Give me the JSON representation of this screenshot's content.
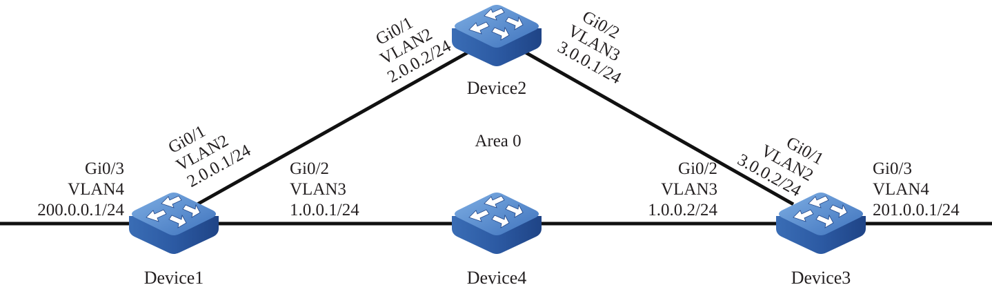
{
  "diagram": {
    "area_label": "Area 0",
    "colors": {
      "link": "#111111",
      "device_top": "#5b8fd0",
      "device_side": "#2f5ea8",
      "arrow": "#ffffff",
      "text": "#231f20"
    },
    "devices": [
      {
        "id": "device1",
        "name": "Device1",
        "icon": "switch-icon"
      },
      {
        "id": "device2",
        "name": "Device2",
        "icon": "switch-icon"
      },
      {
        "id": "device3",
        "name": "Device3",
        "icon": "switch-icon"
      },
      {
        "id": "device4",
        "name": "Device4",
        "icon": "switch-icon"
      }
    ],
    "interfaces": {
      "d1_gi03": {
        "port": "Gi0/3",
        "vlan": "VLAN4",
        "ip": "200.0.0.1/24"
      },
      "d1_gi01": {
        "port": "Gi0/1",
        "vlan": "VLAN2",
        "ip": "2.0.0.1/24"
      },
      "d1_gi02": {
        "port": "Gi0/2",
        "vlan": "VLAN3",
        "ip": "1.0.0.1/24"
      },
      "d2_gi01": {
        "port": "Gi0/1",
        "vlan": "VLAN2",
        "ip": "2.0.0.2/24"
      },
      "d2_gi02": {
        "port": "Gi0/2",
        "vlan": "VLAN3",
        "ip": "3.0.0.1/24"
      },
      "d3_gi01": {
        "port": "Gi0/1",
        "vlan": "VLAN2",
        "ip": "3.0.0.2/24"
      },
      "d3_gi02": {
        "port": "Gi0/2",
        "vlan": "VLAN3",
        "ip": "1.0.0.2/24"
      },
      "d3_gi03": {
        "port": "Gi0/3",
        "vlan": "VLAN4",
        "ip": "201.0.0.1/24"
      }
    },
    "links": [
      {
        "from": "external-left",
        "to": "Device1"
      },
      {
        "from": "Device1",
        "to": "Device2"
      },
      {
        "from": "Device2",
        "to": "Device3"
      },
      {
        "from": "Device1",
        "to": "Device4"
      },
      {
        "from": "Device4",
        "to": "Device3"
      },
      {
        "from": "Device3",
        "to": "external-right"
      }
    ]
  }
}
